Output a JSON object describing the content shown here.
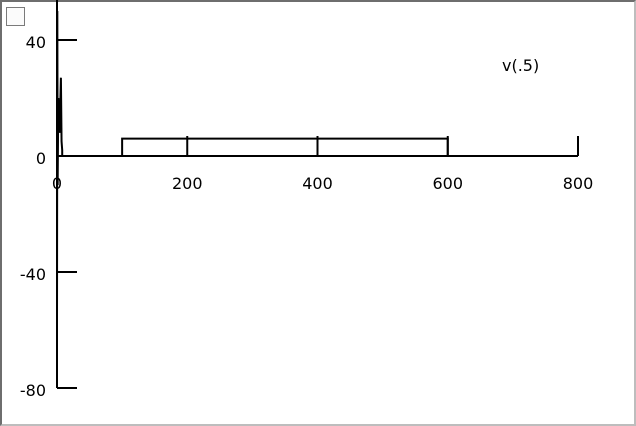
{
  "chart_data": {
    "type": "line",
    "title": "",
    "xlabel": "",
    "ylabel": "",
    "xlim": [
      0,
      800
    ],
    "ylim": [
      -80,
      50
    ],
    "x_ticks": [
      0,
      200,
      400,
      600,
      800
    ],
    "y_ticks": [
      40,
      0,
      -40,
      -80
    ],
    "x_tick_labels": [
      "0",
      "200",
      "400",
      "600",
      "800"
    ],
    "y_tick_labels": [
      "40",
      "0",
      "-40",
      "-80"
    ],
    "grid": false,
    "legend": "none",
    "annotation": "v(.5)",
    "series": [
      {
        "color": "#000000",
        "points": [
          [
            0,
            -58
          ],
          [
            0.5,
            50
          ],
          [
            1,
            -10
          ],
          [
            2,
            20
          ],
          [
            4,
            8
          ],
          [
            6,
            27
          ],
          [
            7,
            5
          ],
          [
            8,
            2
          ],
          [
            8,
            0
          ],
          [
            100,
            0
          ],
          [
            100,
            6
          ],
          [
            600,
            6
          ],
          [
            600,
            0
          ],
          [
            800,
            0
          ]
        ]
      }
    ]
  },
  "ui": {
    "checkbox_label": ""
  }
}
